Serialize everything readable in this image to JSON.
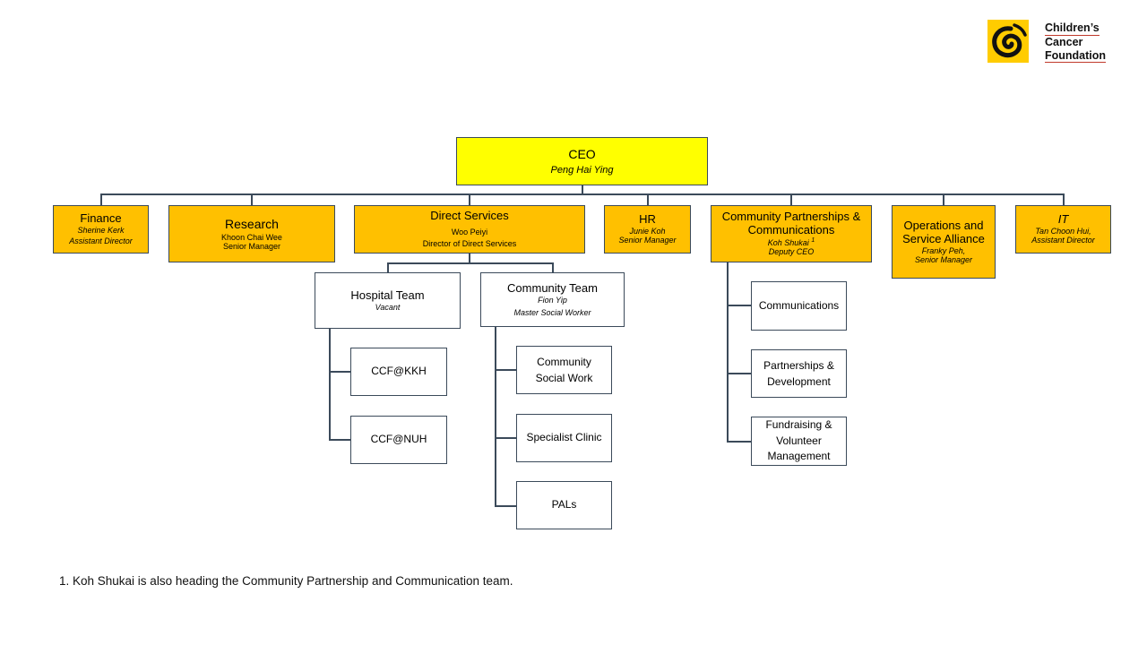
{
  "logo": {
    "name_lines": [
      "Children’s",
      "Cancer",
      "Foundation"
    ]
  },
  "colors": {
    "gold": "#ffc000",
    "ceo_yellow": "#ffff00",
    "line": "#3b4a5a"
  },
  "ceo": {
    "title": "CEO",
    "name": "Peng Hai Ying"
  },
  "departments": {
    "finance": {
      "title": "Finance",
      "name": "Sherine Kerk",
      "role": "Assistant Director"
    },
    "research": {
      "title": "Research",
      "name": "Khoon Chai Wee",
      "role": "Senior Manager"
    },
    "direct_services": {
      "title": "Direct Services",
      "name": "Woo Peiyi",
      "role": "Director of Direct Services"
    },
    "hr": {
      "title": "HR",
      "name": "Junie Koh",
      "role": "Senior Manager"
    },
    "community_partnerships": {
      "title_line1": "Community Partnerships &",
      "title_line2": "Communications",
      "name": "Koh Shukai",
      "footnote_mark": "1",
      "role": "Deputy CEO"
    },
    "operations": {
      "title_line1": "Operations and",
      "title_line2": "Service Alliance",
      "name": "Franky Peh,",
      "role": "Senior Manager"
    },
    "it": {
      "title": "IT",
      "name": "Tan Choon Hui,",
      "role": "Assistant Director"
    }
  },
  "teams": {
    "hospital": {
      "title": "Hospital Team",
      "name": "Vacant",
      "units": [
        "CCF@KKH",
        "CCF@NUH"
      ]
    },
    "community": {
      "title": "Community Team",
      "name": "Fion Yip",
      "role": "Master Social Worker",
      "units": [
        [
          "Community",
          "Social Work"
        ],
        [
          "Specialist Clinic"
        ],
        [
          "PALs"
        ]
      ]
    },
    "cpc_units": [
      [
        "Communications"
      ],
      [
        "Partnerships &",
        "Development"
      ],
      [
        "Fundraising &",
        "Volunteer",
        "Management"
      ]
    ]
  },
  "footnote": "1. Koh Shukai is also heading the Community Partnership and Communication team."
}
